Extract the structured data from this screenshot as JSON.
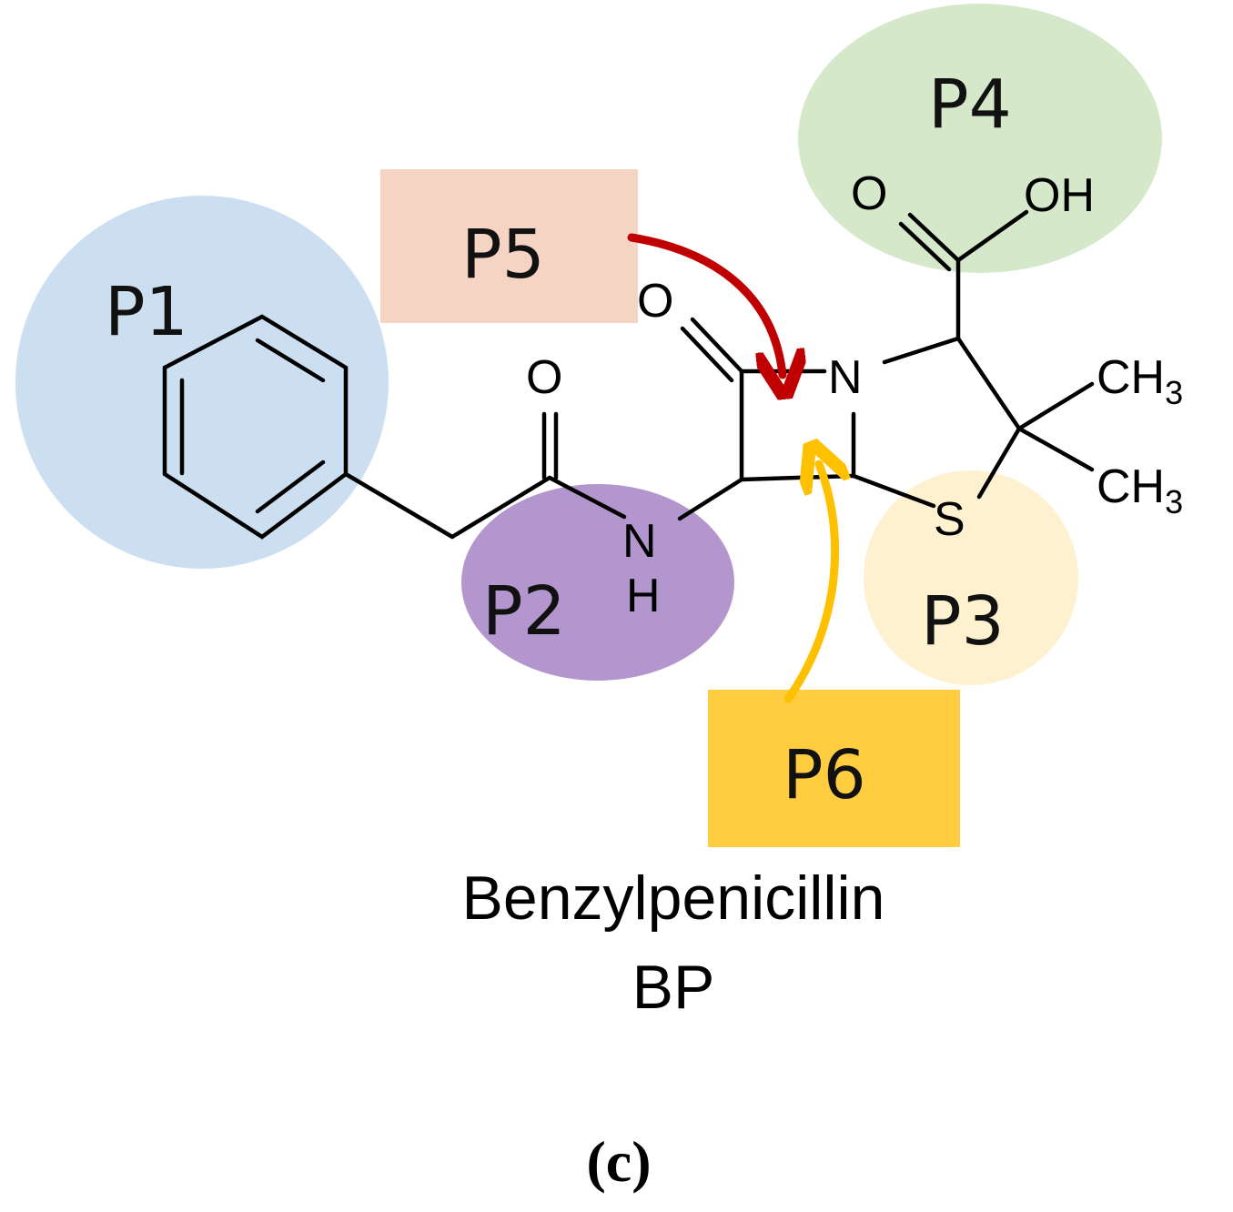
{
  "regions": {
    "p1": {
      "label": "P1",
      "color": "#cbdff0"
    },
    "p2": {
      "label": "P2",
      "color": "#b496ce"
    },
    "p3": {
      "label": "P3",
      "color": "#fef1cf"
    },
    "p4": {
      "label": "P4",
      "color": "#d5e8ca"
    },
    "p5": {
      "label": "P5",
      "color": "#f6d4c3",
      "arrow_color": "#c00000"
    },
    "p6": {
      "label": "P6",
      "color": "#ffcd3f",
      "arrow_color": "#ffc000"
    }
  },
  "atoms": {
    "amide_o": "O",
    "amide_n": "N",
    "amide_h": "H",
    "lactam_o": "O",
    "ring_n": "N",
    "sulfur": "S",
    "acid_o": "O",
    "acid_oh": "OH",
    "methyl_1": "CH",
    "methyl_1_sub": "3",
    "methyl_2": "CH",
    "methyl_2_sub": "3"
  },
  "caption": {
    "name": "Benzylpenicillin",
    "abbreviation": "BP"
  },
  "panel_label": "(c)"
}
